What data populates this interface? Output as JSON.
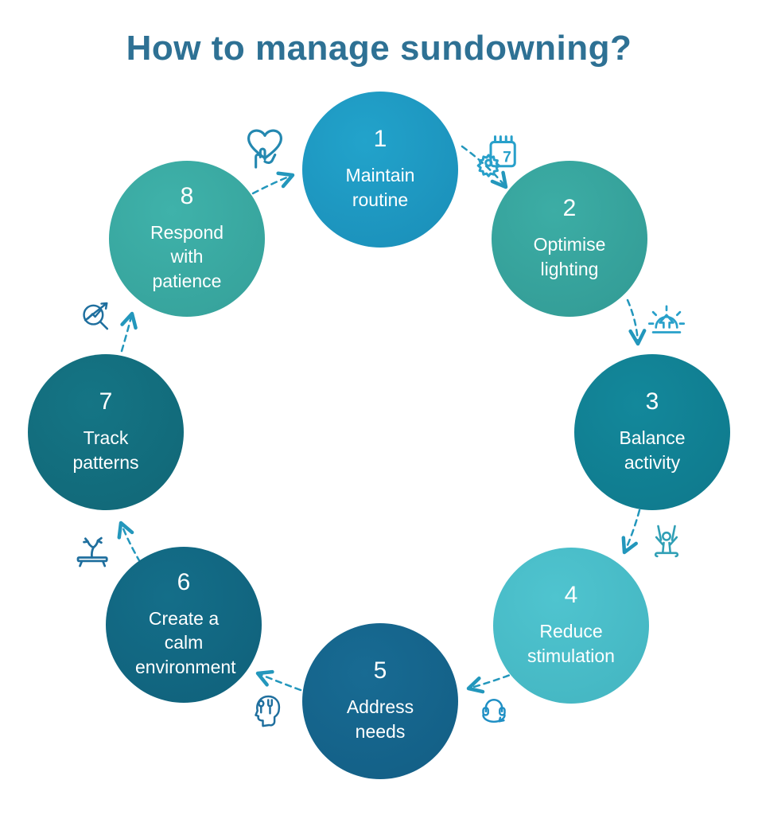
{
  "title": "How to manage sundowning?",
  "colors": {
    "title": "#2e7194",
    "arrow": "#2397bc",
    "circle_text": "#ffffff",
    "background": "#ffffff"
  },
  "steps": [
    {
      "number": "1",
      "label": "Maintain routine",
      "color": "#22a3cb",
      "shade": "#1b90ba"
    },
    {
      "number": "2",
      "label": "Optimise lighting",
      "color": "#3cada5",
      "shade": "#339c96"
    },
    {
      "number": "3",
      "label": "Balance activity",
      "color": "#13889b",
      "shade": "#0f7a8d"
    },
    {
      "number": "4",
      "label": "Reduce stimulation",
      "color": "#4fc4cf",
      "shade": "#44b6c2"
    },
    {
      "number": "5",
      "label": "Address needs",
      "color": "#186b93",
      "shade": "#135f86"
    },
    {
      "number": "6",
      "label": "Create a calm environment",
      "color": "#146e89",
      "shade": "#10627c"
    },
    {
      "number": "7",
      "label": "Track patterns",
      "color": "#157585",
      "shade": "#116878"
    },
    {
      "number": "8",
      "label": "Respond with patience",
      "color": "#3fb2aa",
      "shade": "#36a29b"
    }
  ],
  "icons": [
    {
      "name": "hands-holding-heart-icon",
      "color": "#2488b0"
    },
    {
      "name": "calendar-gear-icon",
      "color": "#28a0ca",
      "badge": "7"
    },
    {
      "name": "sunrise-arrow-icon",
      "color": "#28a0ca"
    },
    {
      "name": "person-swing-icon",
      "color": "#2f9fb5"
    },
    {
      "name": "headphones-cycle-icon",
      "color": "#1f8fc4"
    },
    {
      "name": "head-fork-icon",
      "color": "#1f6f9e"
    },
    {
      "name": "plant-table-icon",
      "color": "#1f6f9e"
    },
    {
      "name": "magnifier-trend-icon",
      "color": "#1f6f9e"
    }
  ]
}
